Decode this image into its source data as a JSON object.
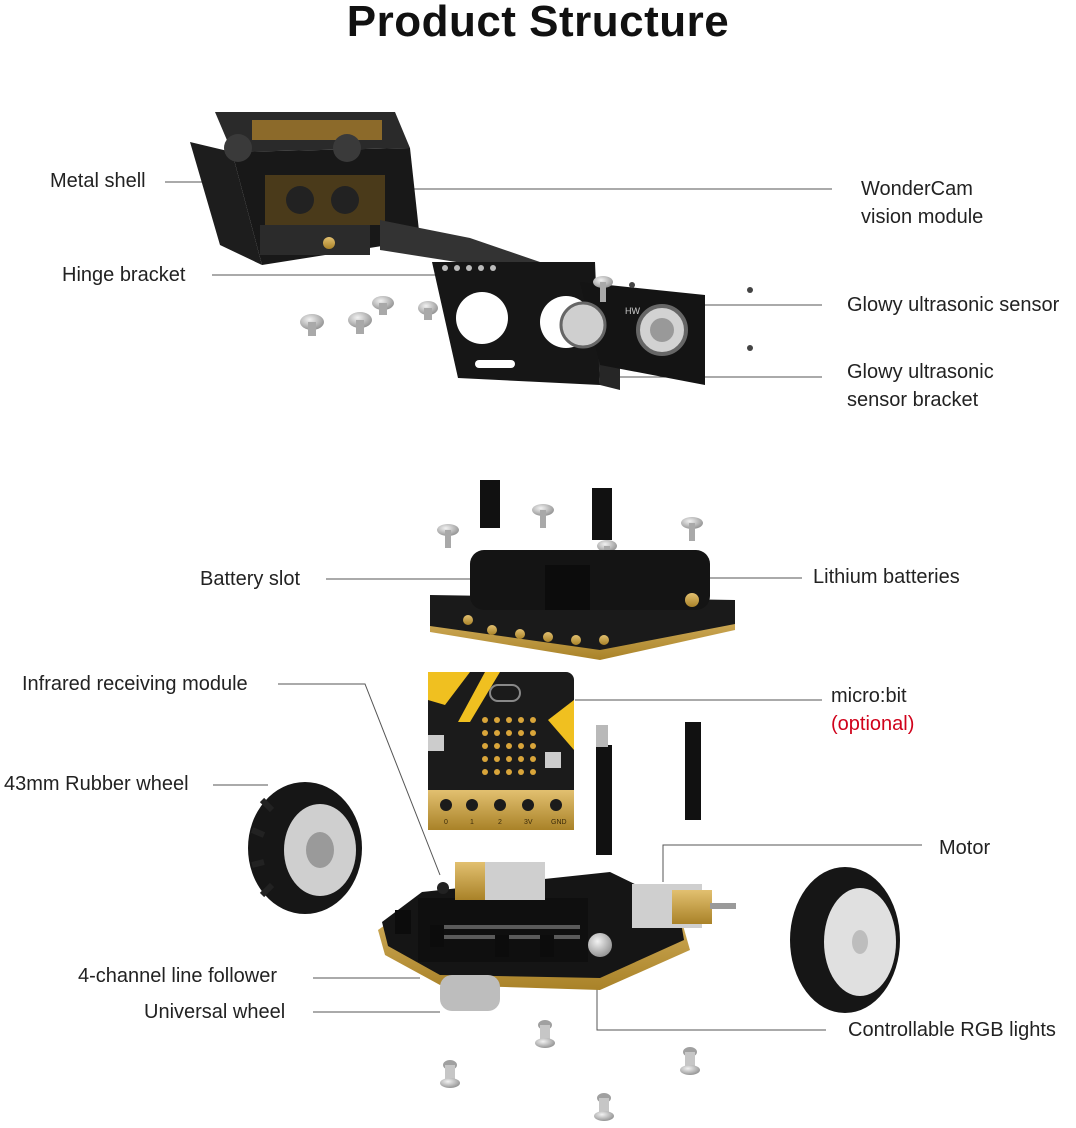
{
  "title": "Product Structure",
  "colors": {
    "text": "#222222",
    "leader_line": "#555555",
    "optional": "#d0021b",
    "parts_dark": "#1c1c1c",
    "gold": "#c9a043",
    "metal": "#c7c7c7"
  },
  "labels": {
    "metal_shell": "Metal shell",
    "wondercam_line1": "WonderCam",
    "wondercam_line2": "vision module",
    "hinge_bracket": "Hinge bracket",
    "glowy_sensor": "Glowy ultrasonic sensor",
    "glowy_bracket_line1": "Glowy ultrasonic",
    "glowy_bracket_line2": "sensor bracket",
    "battery_slot": "Battery slot",
    "lithium_batteries": "Lithium batteries",
    "infrared_module": "Infrared receiving module",
    "microbit": "micro:bit",
    "microbit_optional": "(optional)",
    "rubber_wheel": "43mm Rubber wheel",
    "motor": "Motor",
    "line_follower": "4-channel line follower",
    "universal_wheel": "Universal wheel",
    "rgb_lights": "Controllable RGB lights"
  },
  "microbit_pin_labels": [
    "0",
    "1",
    "2",
    "3V",
    "GND"
  ],
  "ultrasonic_marking": "HW"
}
